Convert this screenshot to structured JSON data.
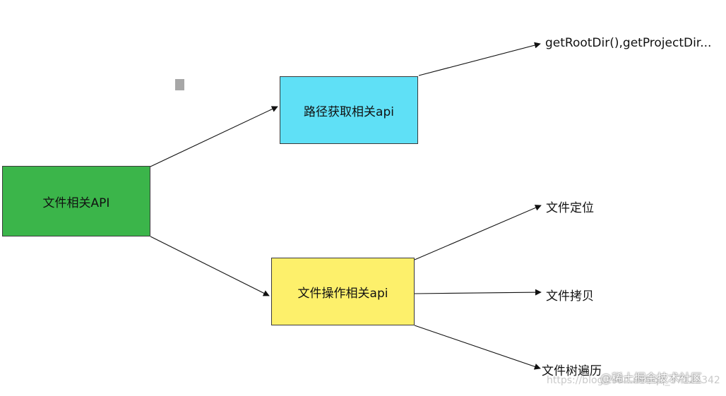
{
  "nodes": {
    "root": {
      "label": "文件相关API",
      "color": "#3bb54a"
    },
    "path_api": {
      "label": "路径获取相关api",
      "color": "#5fe0f6"
    },
    "file_op_api": {
      "label": "文件操作相关api",
      "color": "#fdf06b"
    }
  },
  "leaves": {
    "root_dir": "getRootDir(),getProjectDir...",
    "file_locate": "文件定位",
    "file_copy": "文件拷贝",
    "file_tree": "文件树遍历"
  },
  "watermark": {
    "url": "https://blog.csdn.net/qq_37122342",
    "brand": "@稀土掘金技术社区"
  }
}
